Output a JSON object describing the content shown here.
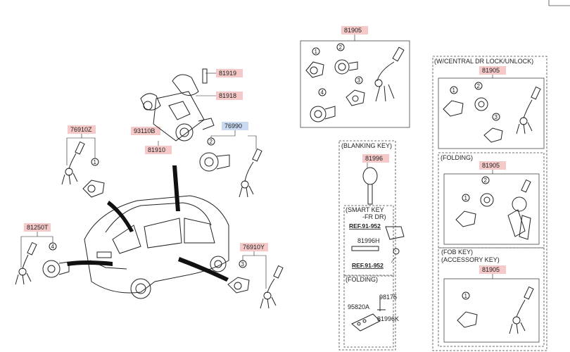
{
  "labels": {
    "p81905_top": "81905",
    "p81919": "81919",
    "p81918": "81918",
    "p93110B": "93110B",
    "p81910": "81910",
    "p76910Z": "76910Z",
    "p76990": "76990",
    "p81250T": "81250T",
    "p76910Y": "76910Y",
    "p81996": "81996",
    "p81996H": "81996H",
    "p95820A": "95820A",
    "p98175": "98175",
    "p81996K": "81996K",
    "p81905_central": "81905",
    "p81905_folding": "81905",
    "p81905_fob": "81905"
  },
  "groups": {
    "central": "(W/CENTRAL DR LOCK/UNLOCK)",
    "blanking": "(BLANKING KEY)",
    "smart_line1": "(SMART KEY",
    "smart_line2": "-FR DR)",
    "ref1": "REF.91-952",
    "ref2": "REF.91-952",
    "folding_small": "(FOLDING)",
    "folding_right": "(FOLDING)",
    "fob_line1": "(FOB KEY)",
    "fob_line2": "(ACCESSORY KEY)"
  },
  "callouts": [
    "1",
    "2",
    "3",
    "4"
  ],
  "colors": {
    "highlight_red": "#f6c9c9",
    "highlight_blue": "#c9d9f2",
    "line": "#222222"
  }
}
